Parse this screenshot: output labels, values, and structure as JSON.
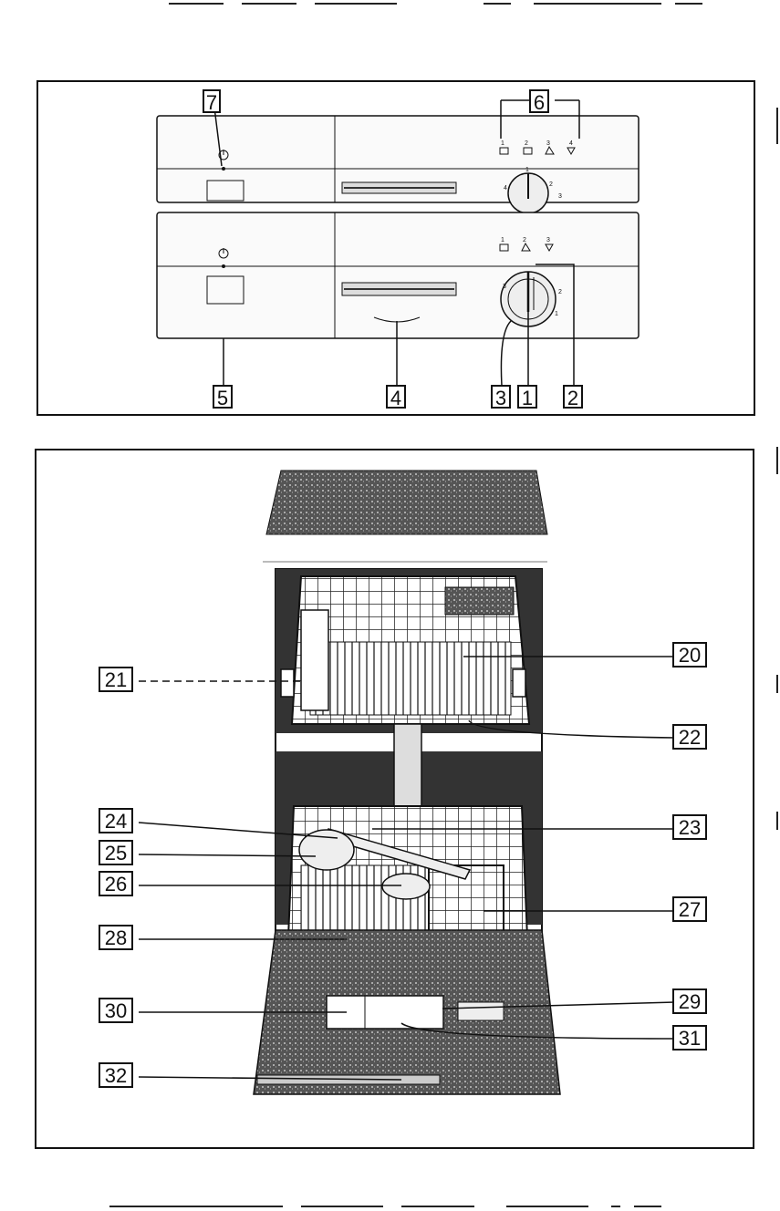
{
  "top_panel": {
    "callouts": [
      "7",
      "6",
      "5",
      "4",
      "3",
      "1",
      "2"
    ],
    "upper_panel_numbers": [
      "1",
      "2",
      "3",
      "4"
    ],
    "upper_dial_numbers": [
      "4",
      "1",
      "2",
      "3"
    ],
    "lower_panel_numbers": [
      "1",
      "2",
      "3"
    ],
    "lower_dial_numbers": [
      "3",
      "2",
      "1"
    ]
  },
  "bottom_panel": {
    "callouts_right": [
      "20",
      "22",
      "23",
      "27",
      "29",
      "31"
    ],
    "callouts_left": [
      "21",
      "24",
      "25",
      "26",
      "28",
      "30",
      "32"
    ]
  }
}
